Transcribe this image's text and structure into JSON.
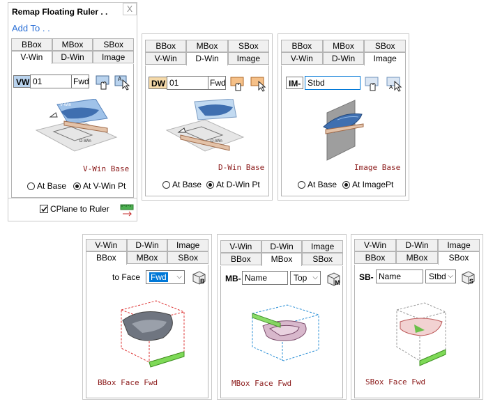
{
  "window": {
    "title": "Remap Floating Ruler . .",
    "close": "X",
    "add_to": "Add To . ."
  },
  "tab_labels": {
    "bbox": "BBox",
    "mbox": "MBox",
    "sbox": "SBox",
    "vwin": "V-Win",
    "dwin": "D-Win",
    "image": "Image"
  },
  "vwin": {
    "prefix": "VW",
    "name": "01",
    "direction": "Fwd",
    "caption": "V-Win Base",
    "radio_base": "At Base",
    "radio_pt": "At V-Win Pt",
    "selected": "At V-Win Pt",
    "cplane_label": "CPlane to Ruler",
    "cplane_checked": true,
    "thumb_label": "D-Win",
    "thumb_label2": "V-Win"
  },
  "dwin": {
    "prefix": "DW",
    "name": "01",
    "direction": "Fwd",
    "caption": "D-Win Base",
    "radio_base": "At Base",
    "radio_pt": "At D-Win Pt",
    "selected": "At D-Win Pt",
    "thumb_label": "D-Win"
  },
  "image": {
    "prefix": "IM-",
    "name": "Stbd",
    "caption": "Image Base",
    "radio_base": "At Base",
    "radio_pt": "At ImagePt",
    "selected": "At ImagePt"
  },
  "bbox": {
    "to_face_label": "to Face",
    "face": "Fwd",
    "caption": "BBox Face Fwd",
    "icon_letter": "B"
  },
  "mbox": {
    "prefix": "MB-",
    "name_placeholder": "Name",
    "face": "Top",
    "caption": "MBox Face Fwd",
    "icon_letter": "M"
  },
  "sbox": {
    "prefix": "SB-",
    "name_placeholder": "Name",
    "face": "Stbd",
    "caption": "SBox Face Fwd",
    "icon_letter": "S"
  },
  "colors": {
    "accent_blue": "#0078d7",
    "vw_prefix_bg": "#b9d3ee",
    "dw_prefix_bg": "#f5d9a8",
    "caption": "#8b1a1a"
  }
}
